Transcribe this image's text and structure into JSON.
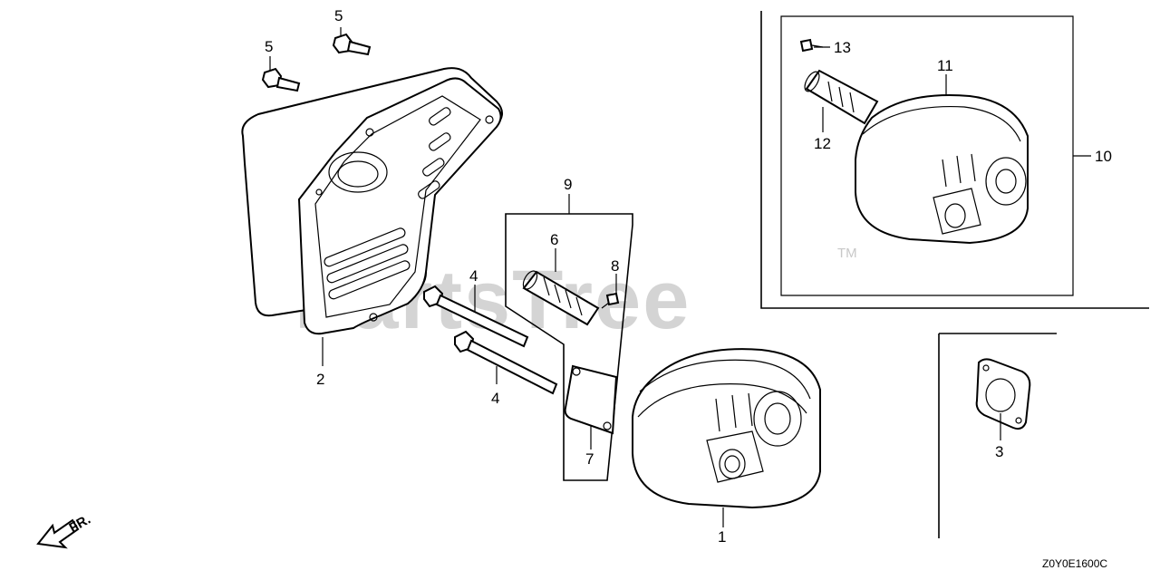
{
  "watermark": {
    "text": "PartsTree",
    "trademark": "TM"
  },
  "diagram_code": "Z0Y0E1600C",
  "direction_label": "FR.",
  "callouts": [
    {
      "id": "1",
      "part": "muffler"
    },
    {
      "id": "2",
      "part": "muffler-protector"
    },
    {
      "id": "3",
      "part": "muffler-gasket"
    },
    {
      "id": "4",
      "part": "stud-bolt"
    },
    {
      "id": "4",
      "part": "stud-bolt"
    },
    {
      "id": "5",
      "part": "flange-bolt"
    },
    {
      "id": "5",
      "part": "flange-bolt"
    },
    {
      "id": "6",
      "part": "spark-arrester"
    },
    {
      "id": "7",
      "part": "arrester-gasket"
    },
    {
      "id": "8",
      "part": "tapping-screw"
    },
    {
      "id": "9",
      "part": "spark-arrester-kit"
    },
    {
      "id": "10",
      "part": "muffler-assembly-alt"
    },
    {
      "id": "11",
      "part": "muffler-alt"
    },
    {
      "id": "12",
      "part": "spark-arrester-alt"
    },
    {
      "id": "13",
      "part": "tapping-screw-alt"
    }
  ]
}
